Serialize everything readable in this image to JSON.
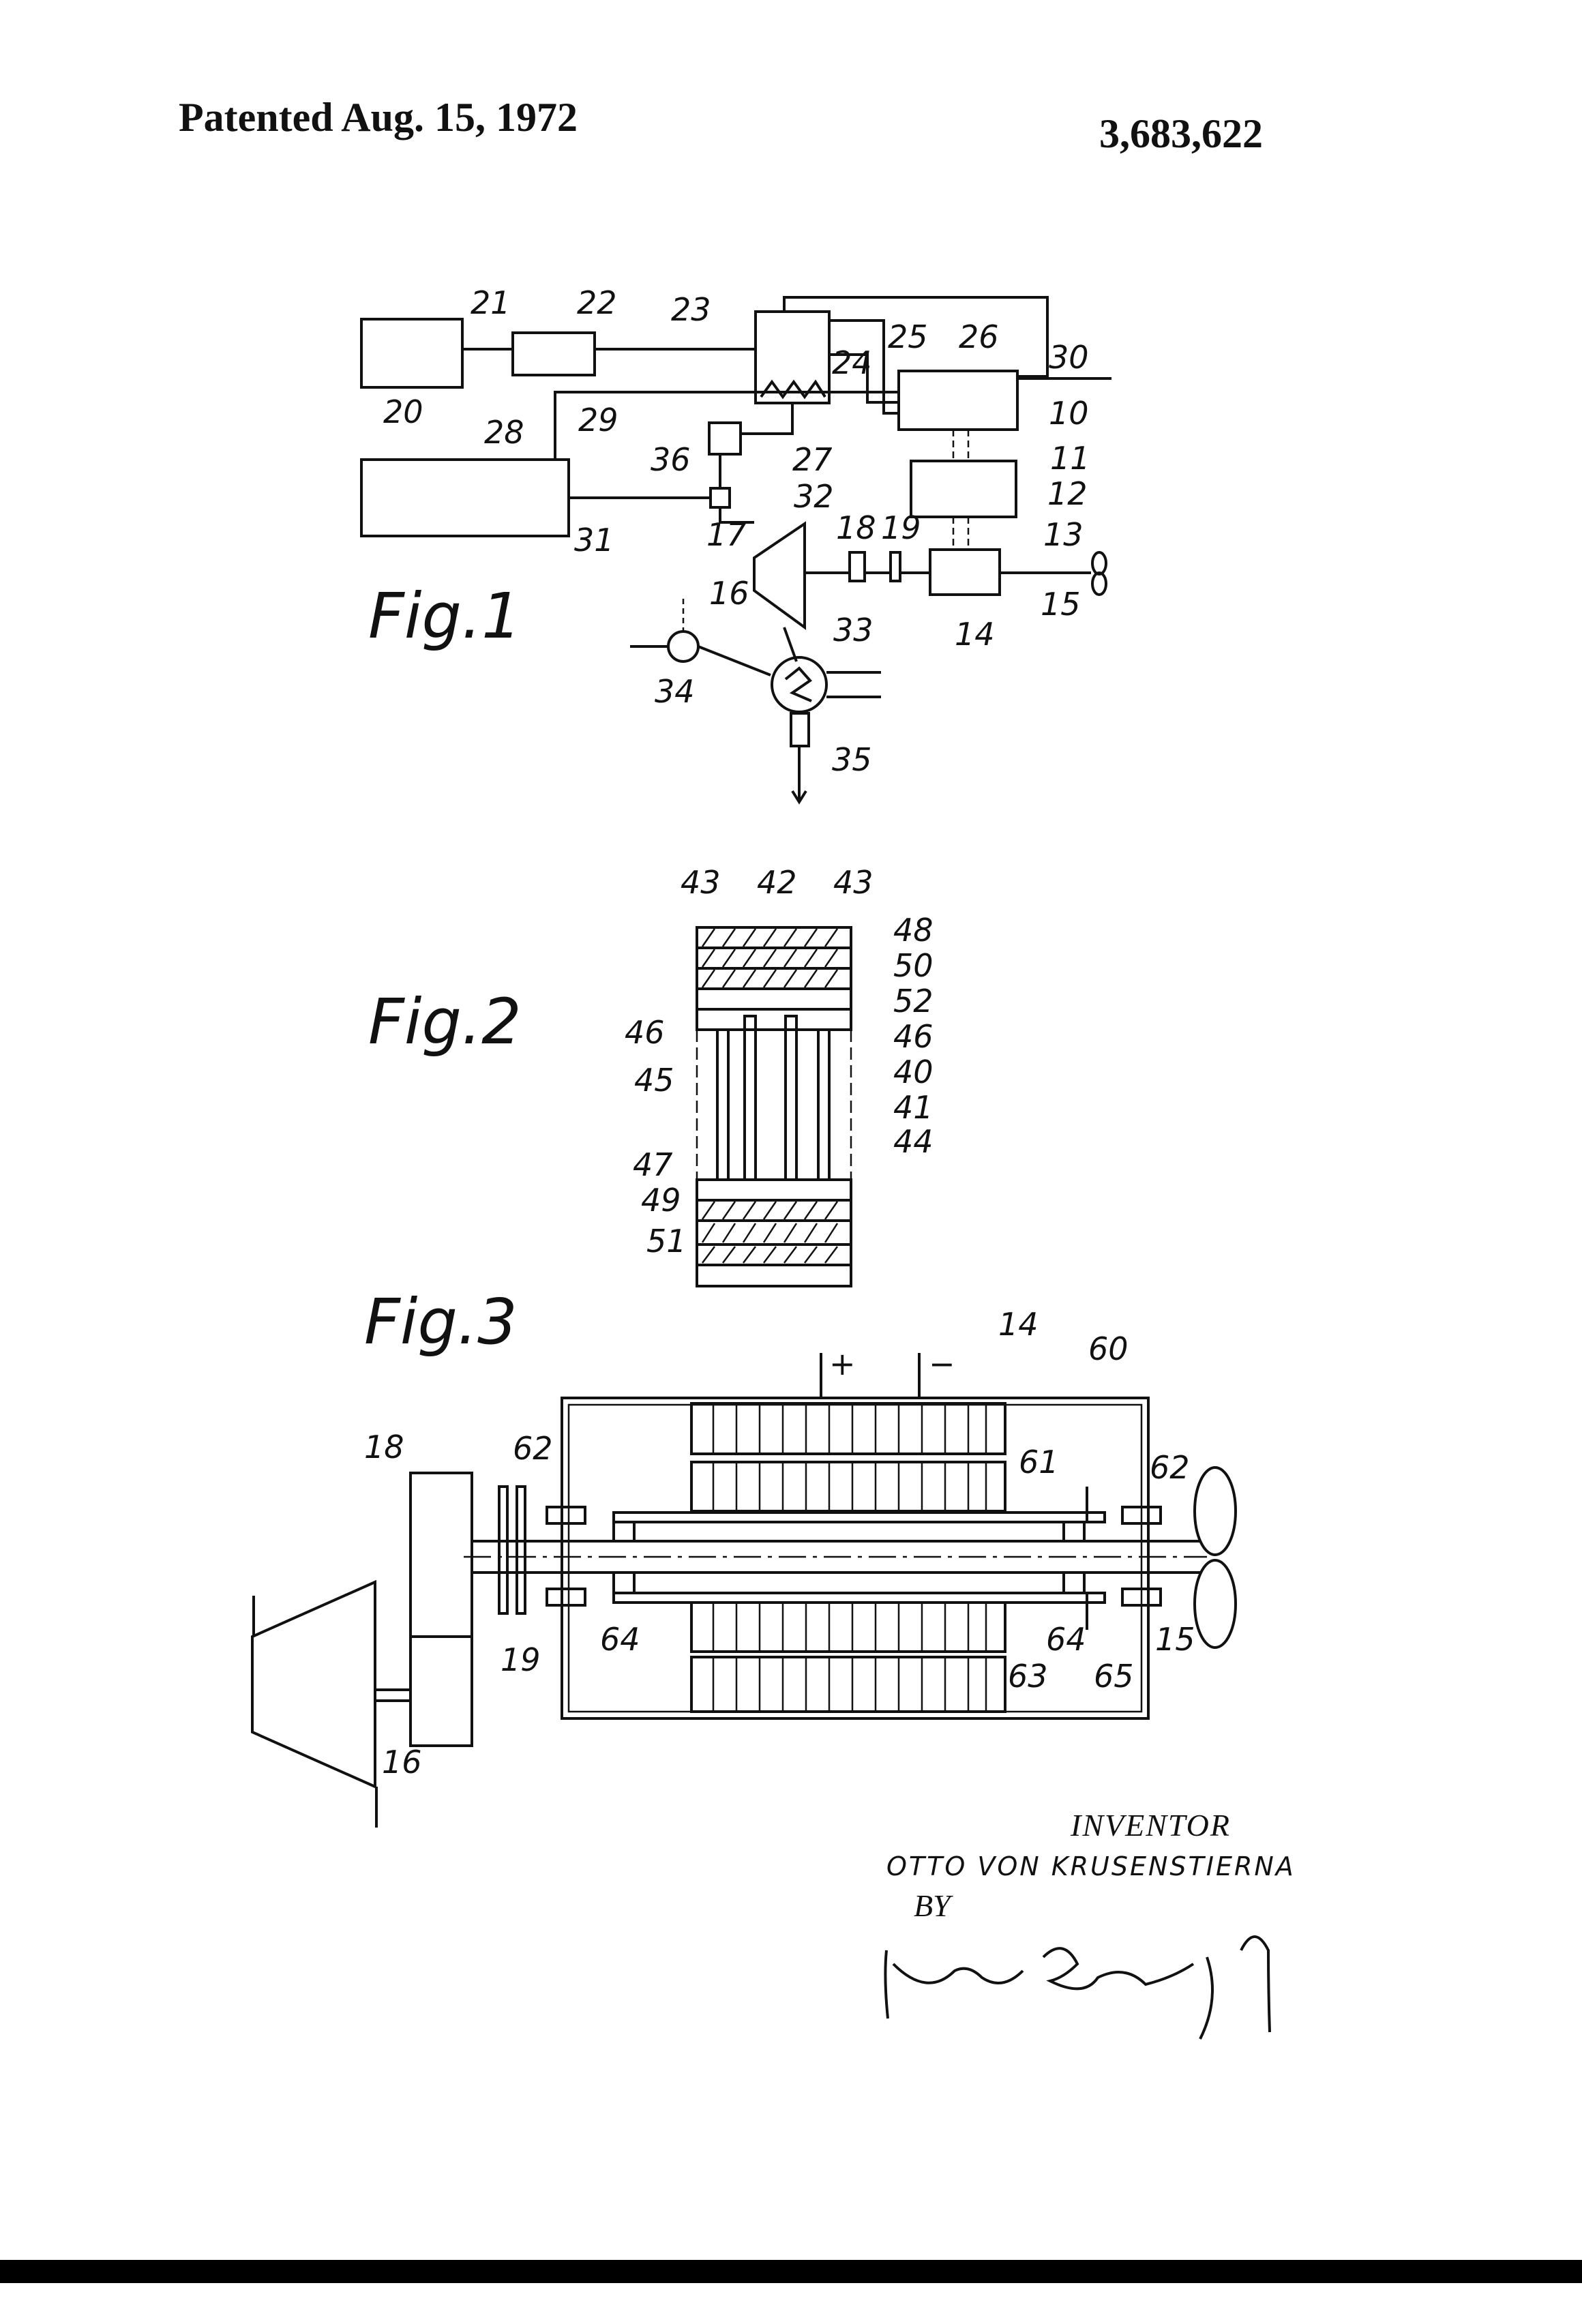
{
  "header": {
    "date_label": "Patented  Aug. 15, 1972",
    "patent_number": "3,683,622"
  },
  "figures": {
    "fig1": {
      "title": "Fig.1",
      "labels": [
        "21",
        "22",
        "23",
        "24",
        "25",
        "26",
        "30",
        "20",
        "28",
        "29",
        "10",
        "36",
        "27",
        "11",
        "12",
        "32",
        "31",
        "17",
        "18",
        "19",
        "13",
        "16",
        "14",
        "15",
        "34",
        "33",
        "35"
      ]
    },
    "fig2": {
      "title": "Fig.2",
      "labels": [
        "43",
        "42",
        "43",
        "48",
        "50",
        "52",
        "46",
        "46",
        "40",
        "45",
        "41",
        "44",
        "47",
        "49",
        "51"
      ]
    },
    "fig3": {
      "title": "Fig.3",
      "labels": [
        "14",
        "60",
        "+",
        "−",
        "18",
        "62",
        "61",
        "62",
        "19",
        "64",
        "64",
        "63",
        "65",
        "15",
        "16"
      ]
    }
  },
  "inventor": {
    "heading": "INVENTOR",
    "name": "OTTO VON KRUSENSTIERNA",
    "by": "BY",
    "signature": "Jennings Bailey Jr."
  }
}
